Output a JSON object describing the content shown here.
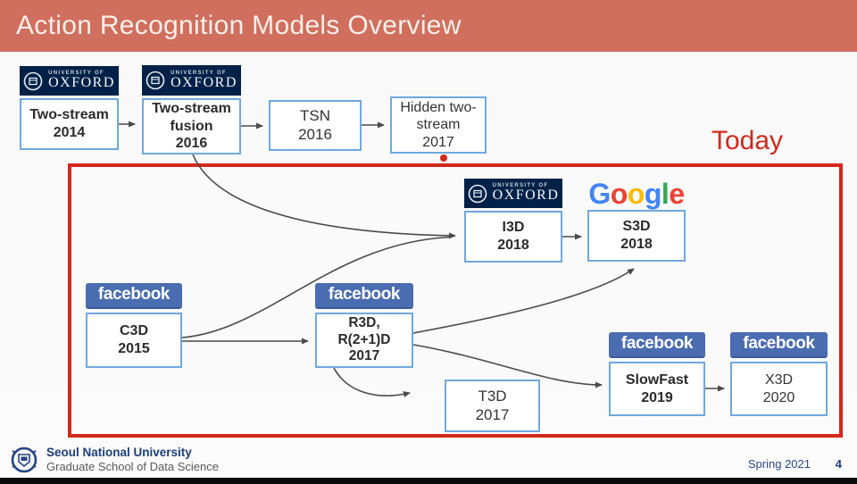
{
  "slide": {
    "title": "Action Recognition Models Overview",
    "today_label": "Today",
    "term": "Spring 2021",
    "page_number": "4"
  },
  "logos": {
    "oxford": {
      "top": "UNIVERSITY OF",
      "name": "OXFORD"
    },
    "facebook": {
      "name": "facebook"
    },
    "google": {
      "letters": [
        "G",
        "o",
        "o",
        "g",
        "l",
        "e"
      ],
      "colors": [
        "#4285F4",
        "#EA4335",
        "#FBBC05",
        "#4285F4",
        "#34A853",
        "#EA4335"
      ]
    }
  },
  "nodes": {
    "two_stream": {
      "name": "Two-stream",
      "year": "2014",
      "org": "oxford"
    },
    "two_stream_fusion": {
      "name": "Two-stream fusion",
      "year": "2016",
      "org": "oxford"
    },
    "tsn": {
      "name": "TSN",
      "year": "2016",
      "org": ""
    },
    "hidden_two_stream": {
      "name": "Hidden two-stream",
      "year": "2017",
      "org": ""
    },
    "i3d": {
      "name": "I3D",
      "year": "2018",
      "org": "oxford"
    },
    "s3d": {
      "name": "S3D",
      "year": "2018",
      "org": "google"
    },
    "c3d": {
      "name": "C3D",
      "year": "2015",
      "org": "facebook"
    },
    "r3d": {
      "name": "R3D, R(2+1)D",
      "year": "2017",
      "org": "facebook"
    },
    "t3d": {
      "name": "T3D",
      "year": "2017",
      "org": ""
    },
    "slowfast": {
      "name": "SlowFast",
      "year": "2019",
      "org": "facebook"
    },
    "x3d": {
      "name": "X3D",
      "year": "2020",
      "org": "facebook"
    }
  },
  "footer": {
    "university": "Seoul National University",
    "school": "Graduate School of Data Science"
  },
  "colors": {
    "header_bar": "#d06f5e",
    "accent_red": "#d3281c",
    "box_border": "#6fa8dc",
    "facebook_blue": "#4a6cb0",
    "oxford_navy": "#002147",
    "footer_navy": "#1d3e7a",
    "arrow_gray": "#4a4a4a"
  }
}
